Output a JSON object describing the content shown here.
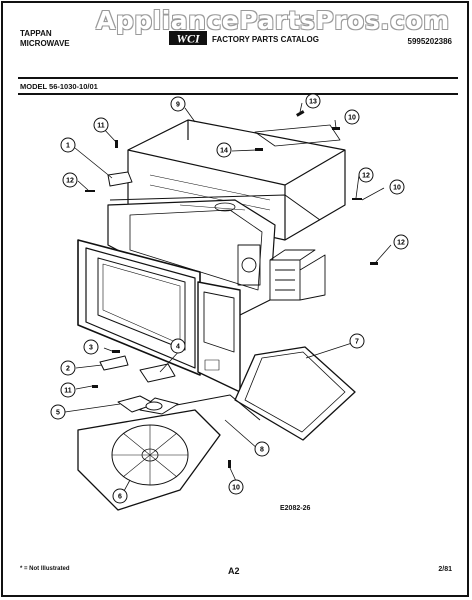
{
  "watermark": "AppliancePartsPros.com",
  "header": {
    "brand_line1": "TAPPAN",
    "brand_line2": "MICROWAVE",
    "logo_text": "WCI",
    "catalog_title": "FACTORY PARTS CATALOG",
    "catalog_number": "5995202386",
    "model": "MODEL 56-1030-10/01"
  },
  "callouts": {
    "c1": "1",
    "c2": "2",
    "c3": "3",
    "c4": "4",
    "c5": "5",
    "c6": "6",
    "c7": "7",
    "c8": "8",
    "c9": "9",
    "c10a": "10",
    "c10b": "10",
    "c10c": "10",
    "c11a": "11",
    "c11b": "11",
    "c12a": "12",
    "c12b": "12",
    "c12c": "12",
    "c13": "13",
    "c14": "14"
  },
  "figure_number": "E2082-26",
  "footer": {
    "note": "* = Not Illustrated",
    "page": "A2",
    "date": "2/81"
  }
}
